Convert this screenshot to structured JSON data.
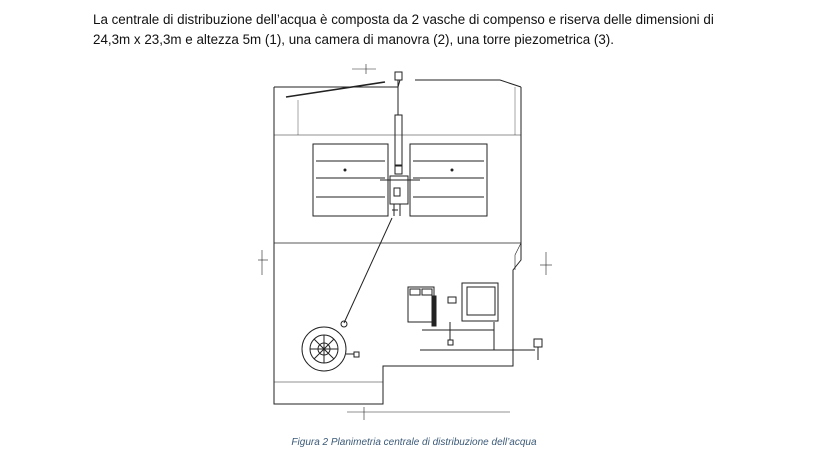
{
  "document": {
    "paragraph_lines": [
      "La centrale di distribuzione dell’acqua è composta da 2 vasche di compenso e riserva delle dimensioni di",
      "24,3m x 23,3m e altezza 5m (1), una camera di manovra (2), una torre piezometrica (3)."
    ],
    "caption": "Figura 2 Planimetria centrale di distribuzione dell’acqua"
  },
  "colors": {
    "text": "#111111",
    "caption": "#3b5a78",
    "drawing_line": "#222222"
  }
}
